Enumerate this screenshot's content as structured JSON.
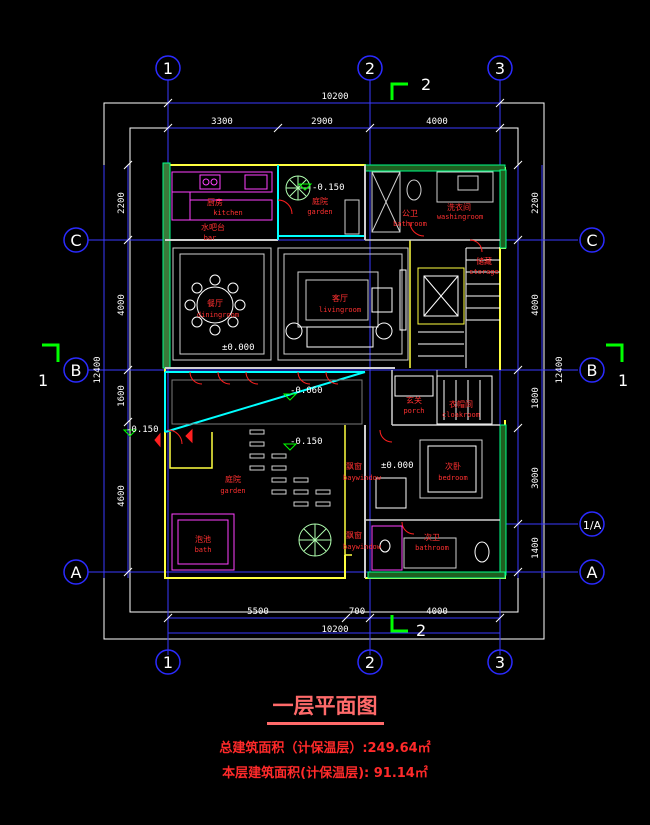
{
  "axes": {
    "top": [
      "1",
      "2",
      "3"
    ],
    "bottom": [
      "1",
      "2",
      "3"
    ],
    "left": [
      "C",
      "B",
      "A"
    ],
    "right": [
      "C",
      "B",
      "1/A",
      "A"
    ]
  },
  "dimensions": {
    "top_total": "10200",
    "top_segments": [
      "3300",
      "2900",
      "4000"
    ],
    "bottom_total": "10200",
    "bottom_segments": [
      "5500",
      "700",
      "4000"
    ],
    "left_total": "12400",
    "left_segments": [
      "2200",
      "4000",
      "1600",
      "4600"
    ],
    "right_total": "12400",
    "right_segments": [
      "2200",
      "4000",
      "1800",
      "3000",
      "1400"
    ]
  },
  "section_marks": {
    "vertical_top": "2",
    "vertical_bottom": "2",
    "horizontal_left": "1",
    "horizontal_right": "1"
  },
  "rooms": [
    {
      "zh": "厨房",
      "en": "kitchen"
    },
    {
      "zh": "水吧台",
      "en": "bar"
    },
    {
      "zh": "庭院",
      "en": "garden"
    },
    {
      "zh": "公卫",
      "en": "bathroom"
    },
    {
      "zh": "洗衣间",
      "en": "washingroom"
    },
    {
      "zh": "储藏",
      "en": "storage"
    },
    {
      "zh": "餐厅",
      "en": "diningroom"
    },
    {
      "zh": "客厅",
      "en": "livingroom"
    },
    {
      "zh": "玄关",
      "en": "porch"
    },
    {
      "zh": "衣帽间",
      "en": "cloakroom"
    },
    {
      "zh": "庭院",
      "en": "garden"
    },
    {
      "zh": "飘窗",
      "en": "baywindow"
    },
    {
      "zh": "次卧",
      "en": "bedroom"
    },
    {
      "zh": "泡池",
      "en": "bath"
    },
    {
      "zh": "飘窗",
      "en": "baywindow"
    },
    {
      "zh": "次卫",
      "en": "bathroom"
    }
  ],
  "levels": {
    "kitchen_garden": "-0.150",
    "dining": "±0.000",
    "bedroom": "±0.000",
    "terrace": "-0.060",
    "left_side": "-0.150",
    "garden": "-0.150"
  },
  "title": "一层平面图",
  "area_total": "总建筑面积（计保温层）:249.64㎡",
  "area_floor": "本层建筑面积(计保温层): 91.14㎡",
  "colors": {
    "background": "#000000",
    "axis_circle": "#2b2bff",
    "dim_line": "#3a3aff",
    "wall_outer": "#ffff40",
    "wall_inner": "#d0d0d0",
    "garden_glass": "#00ffff",
    "furniture": "#ff40ff",
    "label_red": "#ff3030",
    "title": "#ff6a6a",
    "section_mark": "#00ff00"
  }
}
